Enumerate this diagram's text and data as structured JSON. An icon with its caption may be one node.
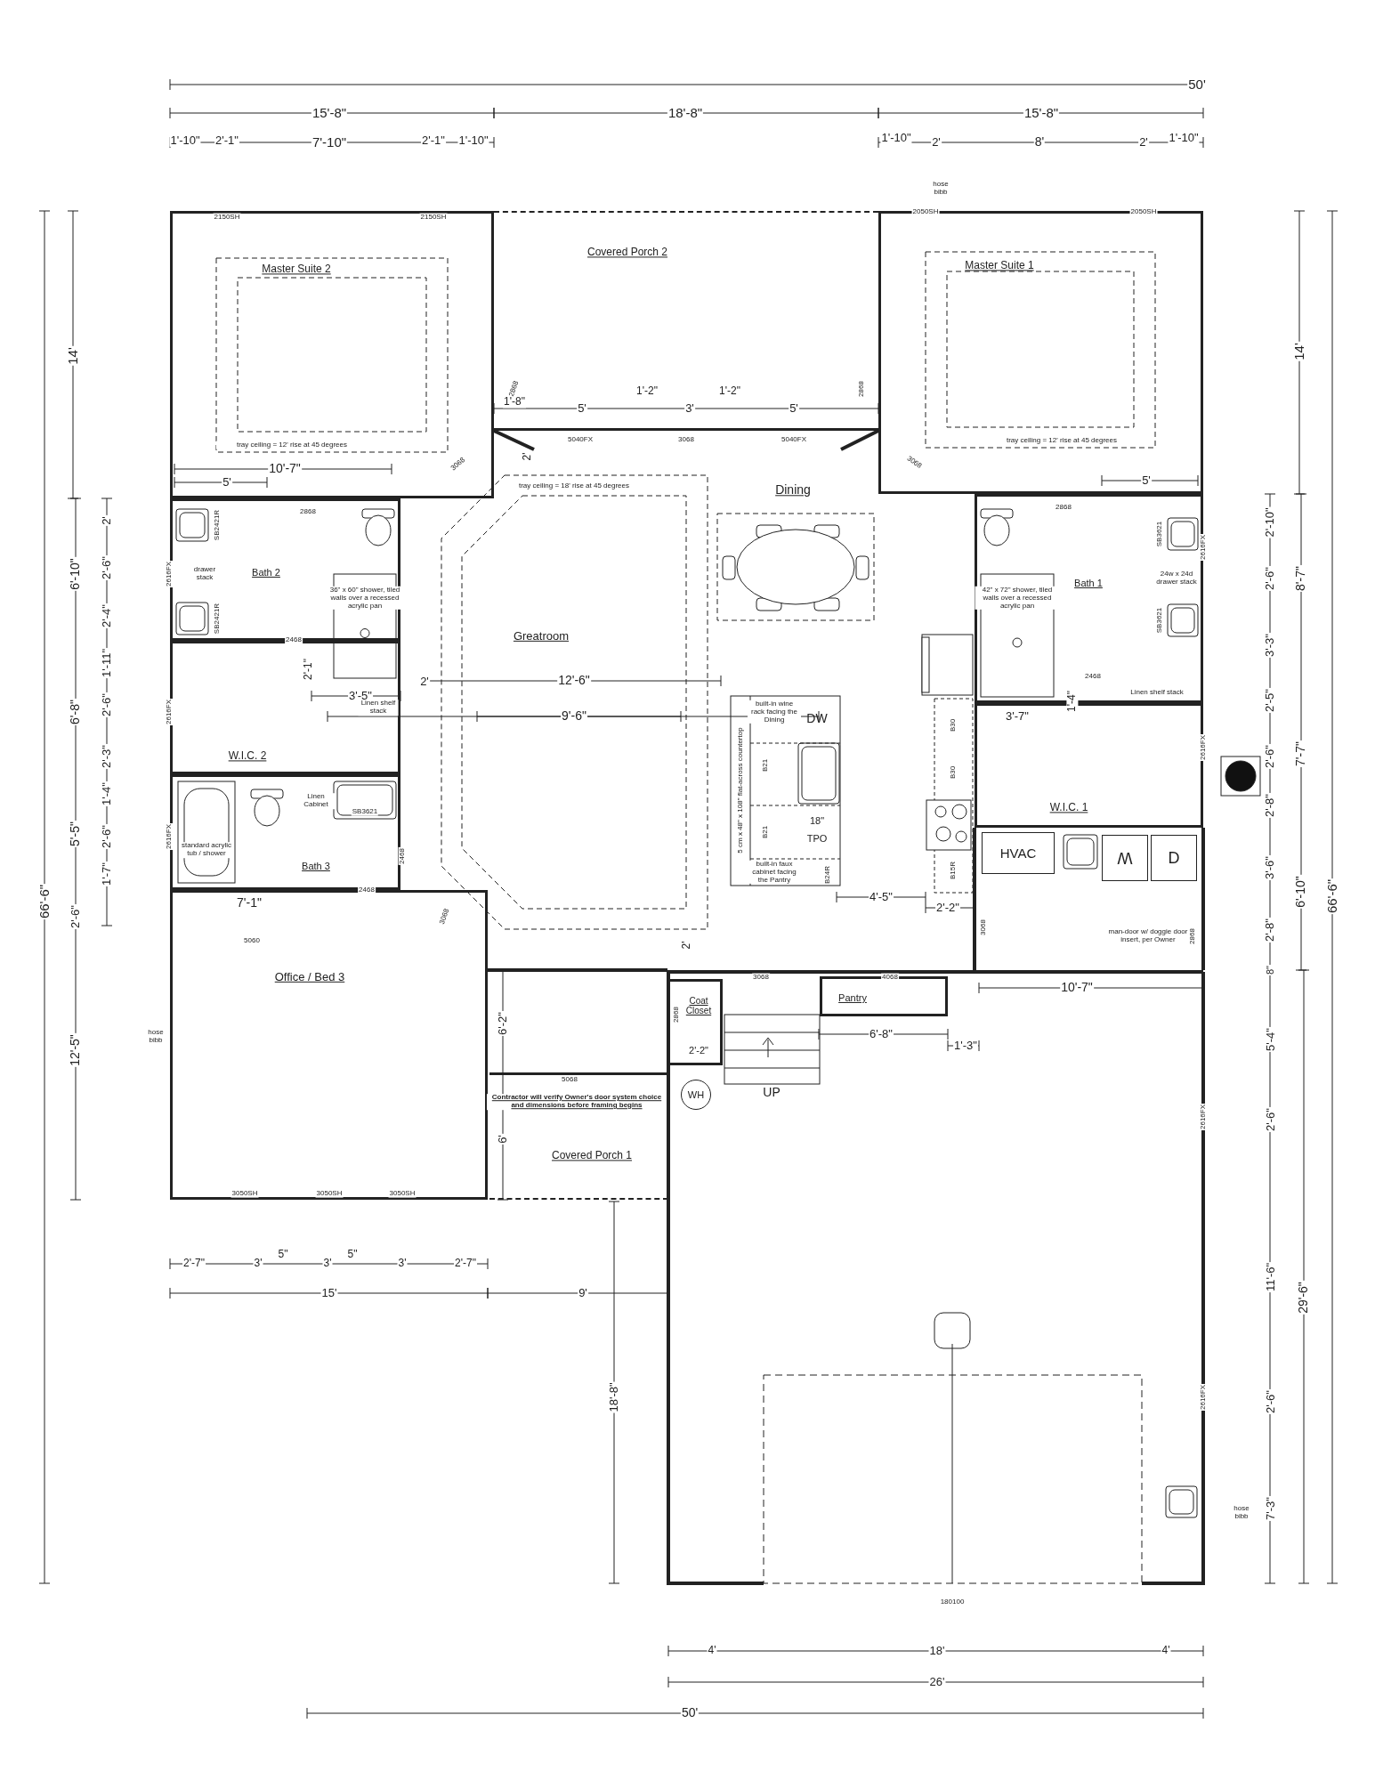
{
  "diagram": {
    "nodes": [
      {
        "text": [
          "Master Suite 2",
          "tray ceiling = 12' rise at 45 degrees"
        ]
      },
      {
        "text": [
          "Covered Porch 2"
        ]
      },
      {
        "text": [
          "Master Suite 1",
          "tray ceiling = 12' rise at 45 degrees"
        ]
      },
      {
        "text": [
          "Bath 2"
        ]
      },
      {
        "text": [
          "W.I.C. 2"
        ]
      },
      {
        "text": [
          "Bath 3"
        ]
      },
      {
        "text": [
          "Office / Bed 3"
        ]
      },
      {
        "text": [
          "tray ceiling = 18' rise at 45 degrees",
          "Greatroom"
        ]
      },
      {
        "text": [
          "Bath 1"
        ]
      },
      {
        "text": [
          "W.I.C. 1"
        ]
      },
      {
        "text": [
          "HVAC"
        ]
      },
      {
        "text": [
          "W"
        ]
      },
      {
        "text": [
          "D"
        ]
      },
      {
        "text": [
          "Coat Closet"
        ]
      },
      {
        "text": [
          "Pantry"
        ]
      },
      {
        "text": [
          "Covered Porch 1"
        ]
      },
      {
        "text": [
          "WH"
        ]
      }
    ],
    "labels": [
      "50'",
      "15'-8\"",
      "18'-8\"",
      "15'-8\"",
      "1'-10\"",
      "2'-1\"",
      "7'-10\"",
      "2'-1\"",
      "1'-10\"",
      "1'-10\"",
      "2'",
      "8'",
      "2'",
      "1'-10\"",
      "hose bibb",
      "2150SH",
      "2150SH",
      "2050SH",
      "2050SH",
      "14'",
      "14'",
      "2868",
      "2868",
      "1'-8\"",
      "5'",
      "1'-2\"",
      "3'",
      "1'-2\"",
      "5'",
      "5040FX",
      "3068",
      "5040FX",
      "3068",
      "3068",
      "2'",
      "10'-7\"",
      "5'",
      "5'",
      "2868",
      "2868",
      "Dining",
      "2'",
      "6'-10\"",
      "2'-6\"",
      "2'-4\"",
      "1'-11\"",
      "6'-8\"",
      "2'-6\"",
      "2'-3\"",
      "1'-4\"",
      "5'-5\"",
      "2'-6\"",
      "1'-7\"",
      "66'-6\"",
      "2'-6\"",
      "SB2421R",
      "drawer stack",
      "SB2421R",
      "36\" x 60\" shower, tiled walls over a recessed acrylic pan",
      "2468",
      "2'-1\"",
      "3'-5\"",
      "2'",
      "Linen shelf stack",
      "12'-6\"",
      "9'-6\"",
      "Linen Cabinet",
      "SB3621",
      "standard acrylic tub / shower",
      "2468",
      "2468",
      "3068",
      "7'-1\"",
      "5060",
      "42\" x 72\" shower, tiled walls over a recessed acrylic pan",
      "24w x 24d drawer stack",
      "SB3621",
      "SB3621",
      "2468",
      "1'-4\"",
      "3'-7\"",
      "Linen shelf stack",
      "built-in wine rack facing the Dining",
      "DW",
      "5 cm x 48\" x 108\" flat-across countertop",
      "B21",
      "B21",
      "18\"",
      "TPO",
      "built-in faux cabinet facing the Pantry",
      "B24R",
      "B30",
      "B30",
      "B15R",
      "4'-5\"",
      "2'-2\"",
      "3068",
      "man-door w/ doggie door insert, per Owner",
      "2868",
      "2'-10\"",
      "2'-6\"",
      "3'-3\"",
      "2'-5\"",
      "2'-6\"",
      "2'-8\"",
      "3'-6\"",
      "2'-8\"",
      "8\"",
      "8'-7\"",
      "7'-7\"",
      "6'-10\"",
      "66'-6\"",
      "2616FX",
      "2616FX",
      "2616FX",
      "2616FX",
      "2616FX",
      "2'",
      "3068",
      "4068",
      "10'-7\"",
      "2868",
      "2'-2\"",
      "6'-8\"",
      "1'-3\"",
      "UP",
      "6'-2\"",
      "12'-5\"",
      "hose bibb",
      "5068",
      "Contractor will verify Owner's door system choice and dimensions before framing begins",
      "6'",
      "5'-4\"",
      "2616FX",
      "2'-6\"",
      "3050SH",
      "3050SH",
      "3050SH",
      "2'-7\"",
      "3'",
      "5\"",
      "3'",
      "5\"",
      "3'",
      "2'-7\"",
      "15'",
      "9'",
      "11'-6\"",
      "29'-6\"",
      "18'-8\"",
      "2616FX",
      "2'-6\"",
      "hose bibb",
      "7'-3\"",
      "180100",
      "4'",
      "18'",
      "4'",
      "26'",
      "50'"
    ]
  }
}
